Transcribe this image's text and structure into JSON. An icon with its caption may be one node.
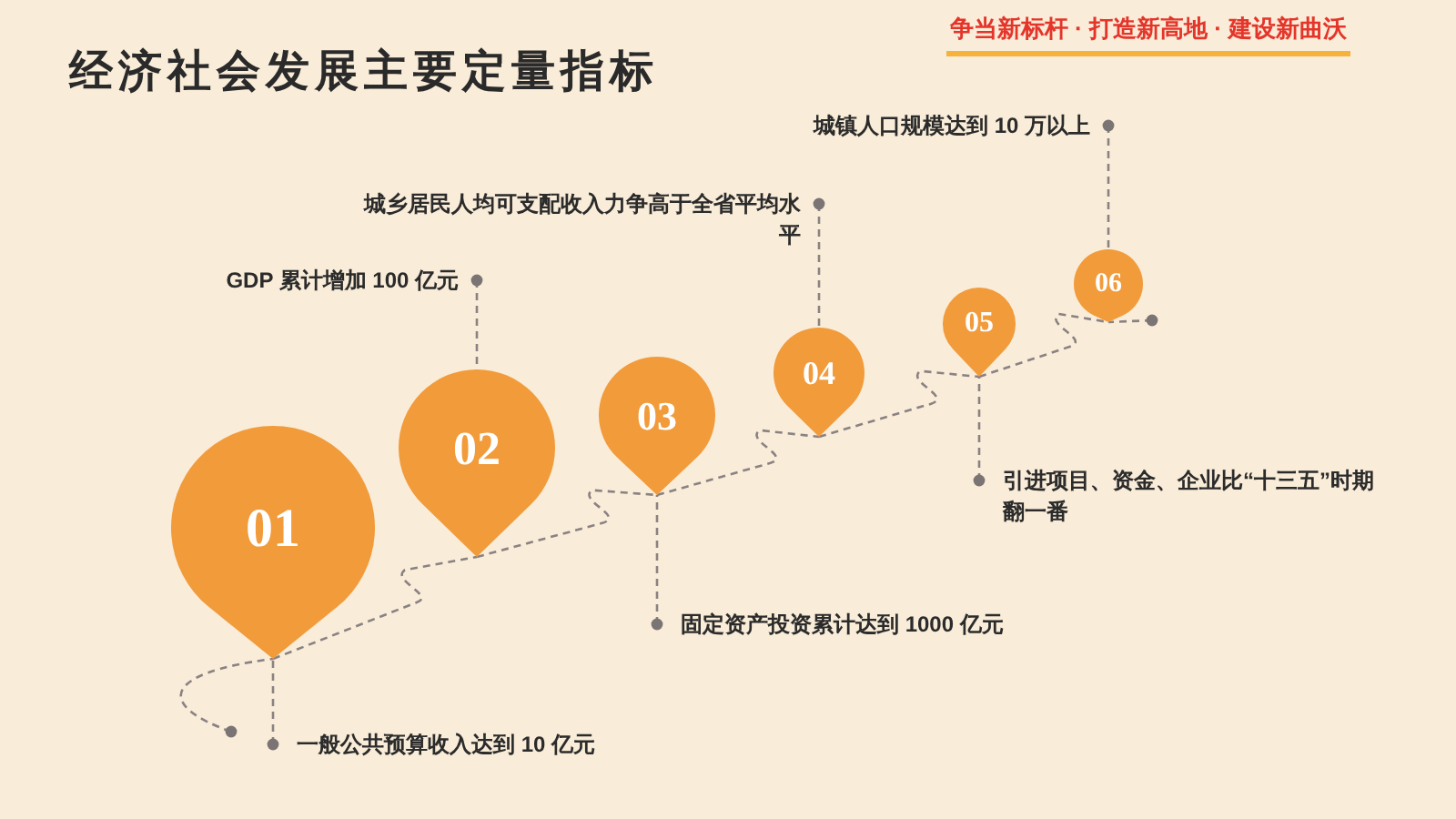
{
  "diagram": {
    "title": "经济社会发展主要定量指标",
    "nodes": [
      {
        "text": [
          "01"
        ]
      },
      {
        "text": [
          "02"
        ]
      },
      {
        "text": [
          "03"
        ]
      },
      {
        "text": [
          "04"
        ]
      },
      {
        "text": [
          "05"
        ]
      },
      {
        "text": [
          "06"
        ]
      },
      {
        "text": [
          "一般公共预算收入达到 10 亿元"
        ]
      },
      {
        "text": [
          "GDP 累计增加 100 亿元"
        ]
      },
      {
        "text": [
          "固定资产投资累计达到 1000 亿元"
        ]
      },
      {
        "text": [
          "城乡居民人均可支配收入力争高于全省平均水平"
        ]
      },
      {
        "text": [
          "引进项目、资金、企业比“十三五”时期翻一番"
        ]
      },
      {
        "text": [
          "城镇人口规模达到 10 万以上"
        ]
      }
    ],
    "edges": [
      {
        "from": null,
        "to": 0,
        "arrow": "other",
        "style": "dashed"
      },
      {
        "from": 0,
        "to": 1,
        "arrow": "none",
        "style": "dashed"
      },
      {
        "from": 1,
        "to": 2,
        "arrow": "none",
        "style": "dashed"
      },
      {
        "from": 2,
        "to": 3,
        "arrow": "none",
        "style": "dashed"
      },
      {
        "from": 3,
        "to": 4,
        "arrow": "none",
        "style": "dashed"
      },
      {
        "from": 4,
        "to": 5,
        "arrow": "none",
        "style": "dashed"
      },
      {
        "from": null,
        "to": 5,
        "arrow": "other",
        "style": "dashed"
      },
      {
        "from": 6,
        "to": 0,
        "arrow": "other",
        "style": "dashed"
      },
      {
        "from": 7,
        "to": 1,
        "arrow": "other",
        "style": "dashed"
      },
      {
        "from": 8,
        "to": 2,
        "arrow": "other",
        "style": "dashed"
      },
      {
        "from": 9,
        "to": 3,
        "arrow": "other",
        "style": "dashed"
      },
      {
        "from": 10,
        "to": 4,
        "arrow": "other",
        "style": "dashed"
      },
      {
        "from": 11,
        "to": 5,
        "arrow": "other",
        "style": "dashed"
      }
    ],
    "labels": [
      "争当新标杆 · 打造新高地 · 建设新曲沃"
    ]
  }
}
